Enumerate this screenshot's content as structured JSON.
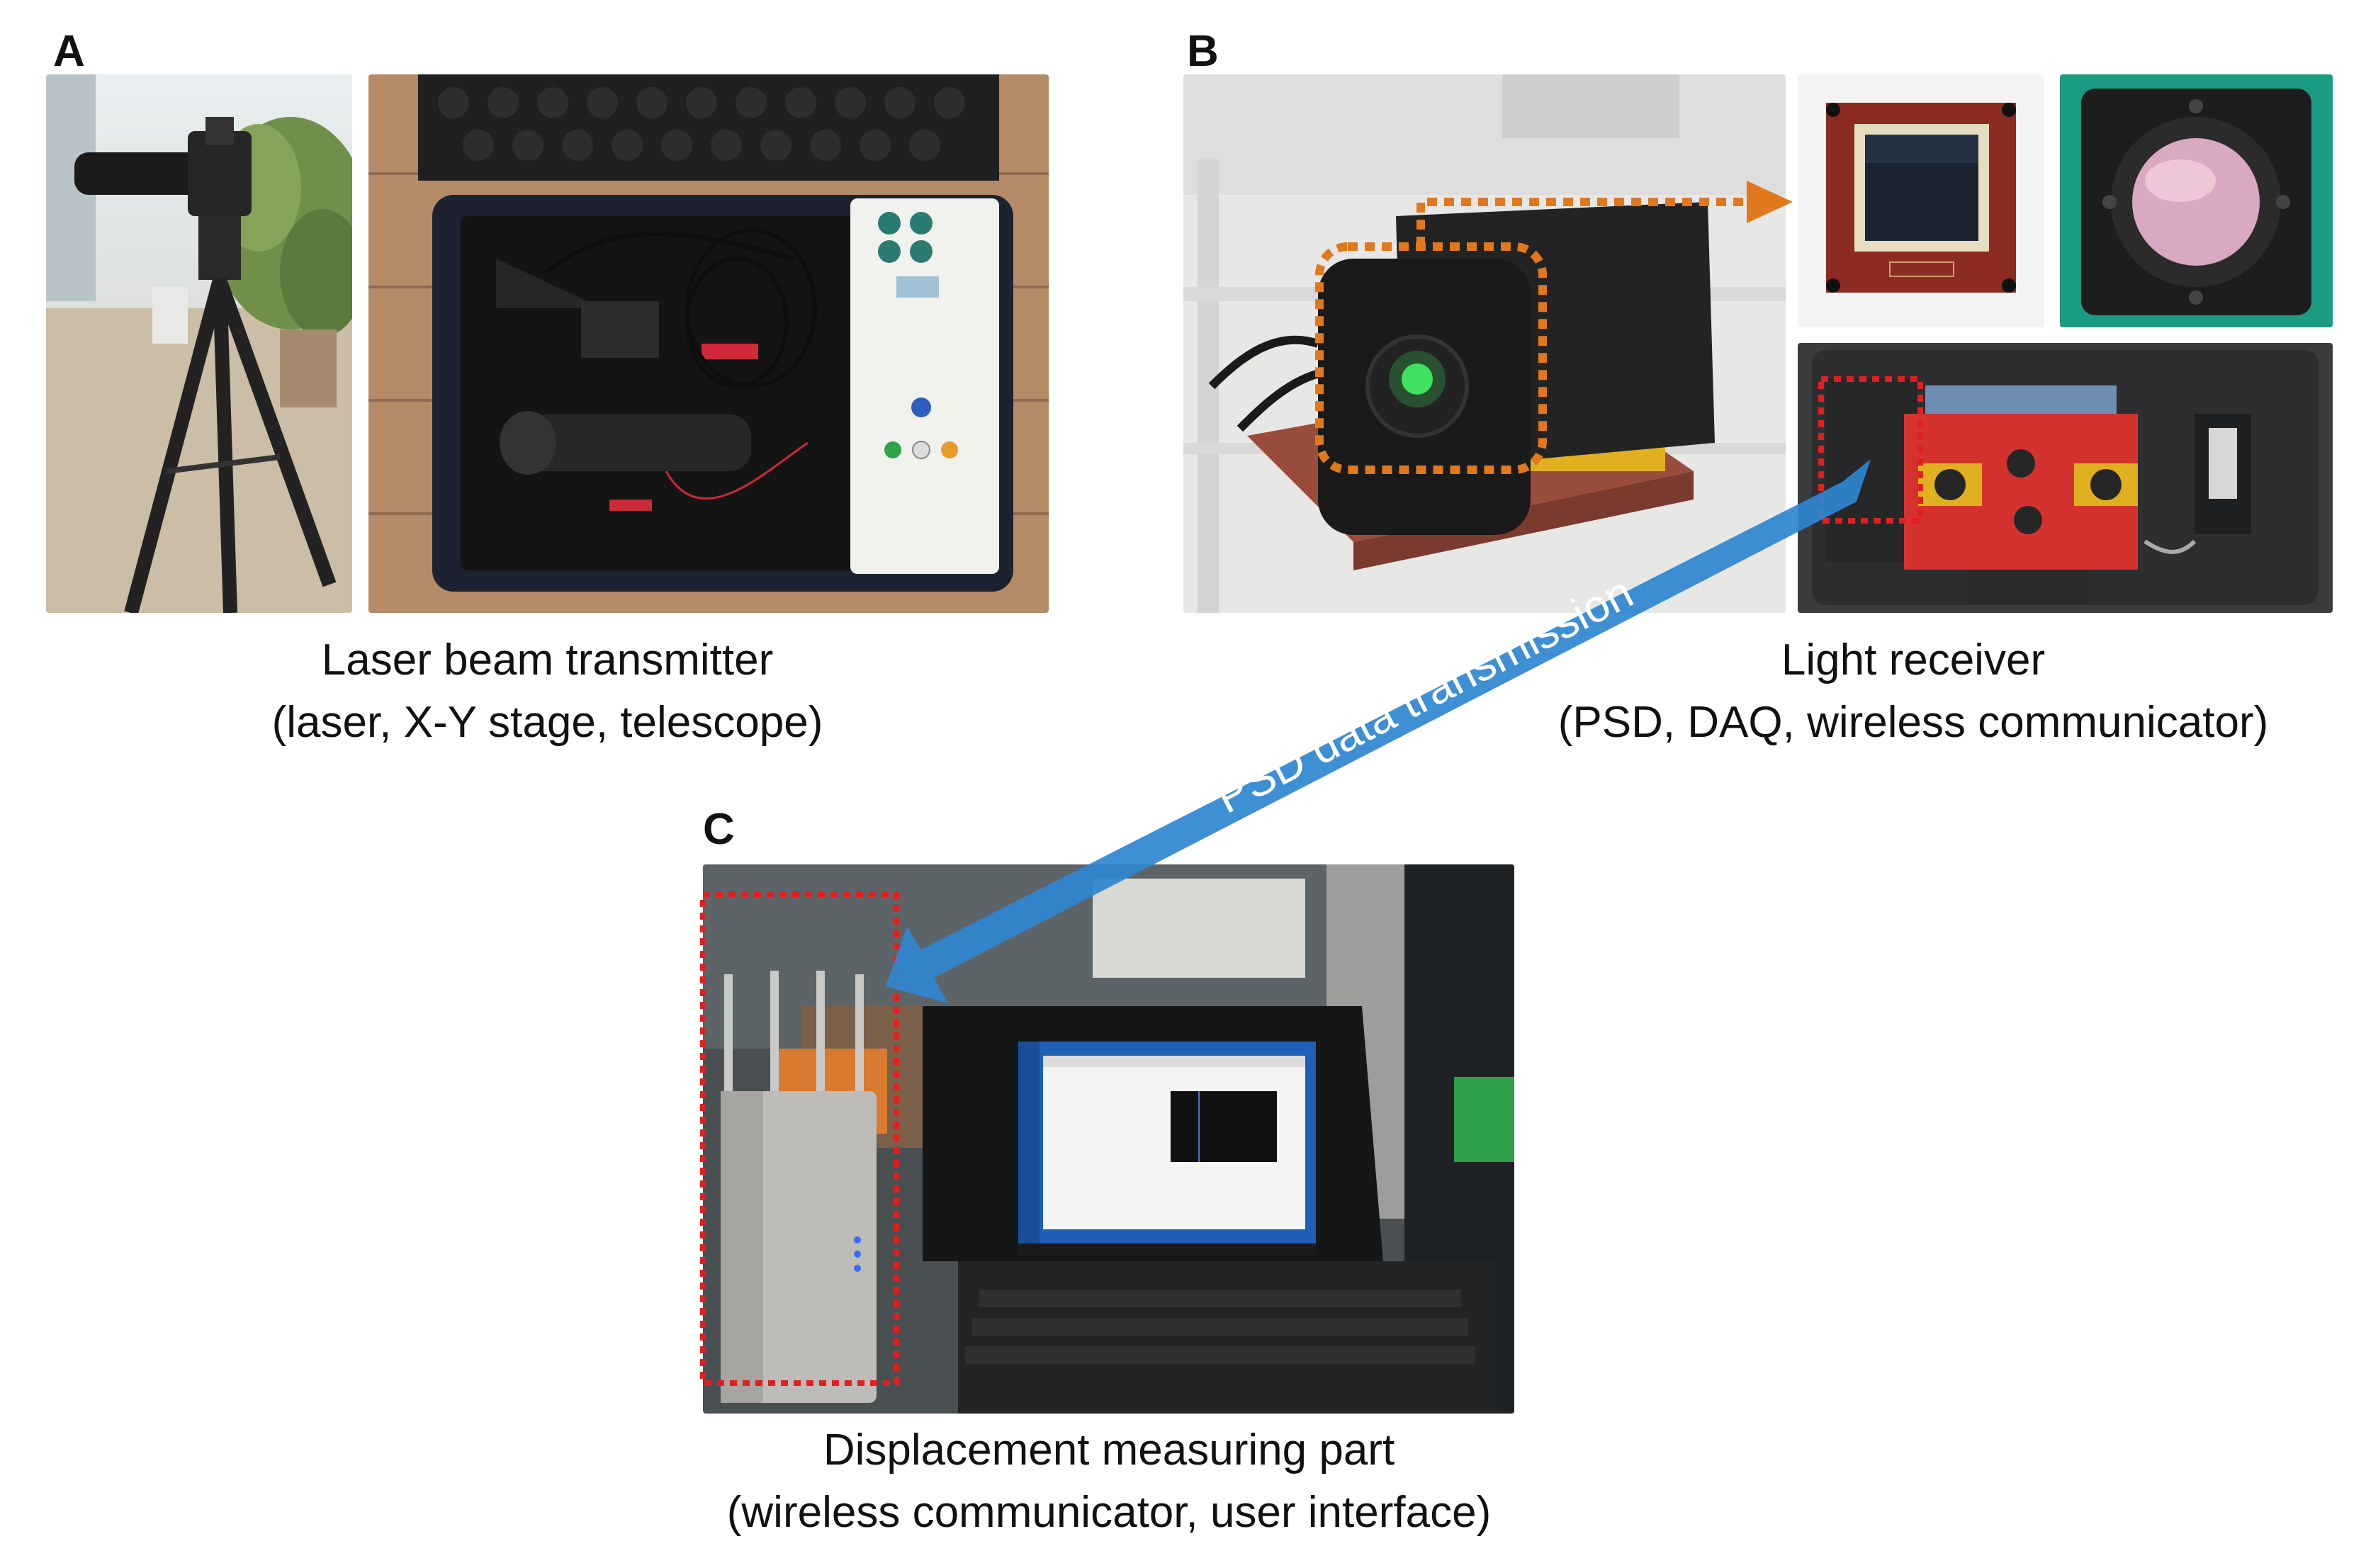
{
  "panels": {
    "a": {
      "letter": "A",
      "caption_title": "Laser beam transmitter",
      "caption_detail": "(laser, X-Y stage, telescope)"
    },
    "b": {
      "letter": "B",
      "caption_title": "Light receiver",
      "caption_detail": "(PSD, DAQ, wireless communicator)"
    },
    "c": {
      "letter": "C",
      "caption_title": "Displacement measuring part",
      "caption_detail": "(wireless communicator, user interface)"
    }
  },
  "arrow": {
    "label": "PSD data transmission",
    "color": "#2f86d0"
  },
  "colors": {
    "highlight_orange": "#e0781e",
    "highlight_red": "#e02020"
  }
}
